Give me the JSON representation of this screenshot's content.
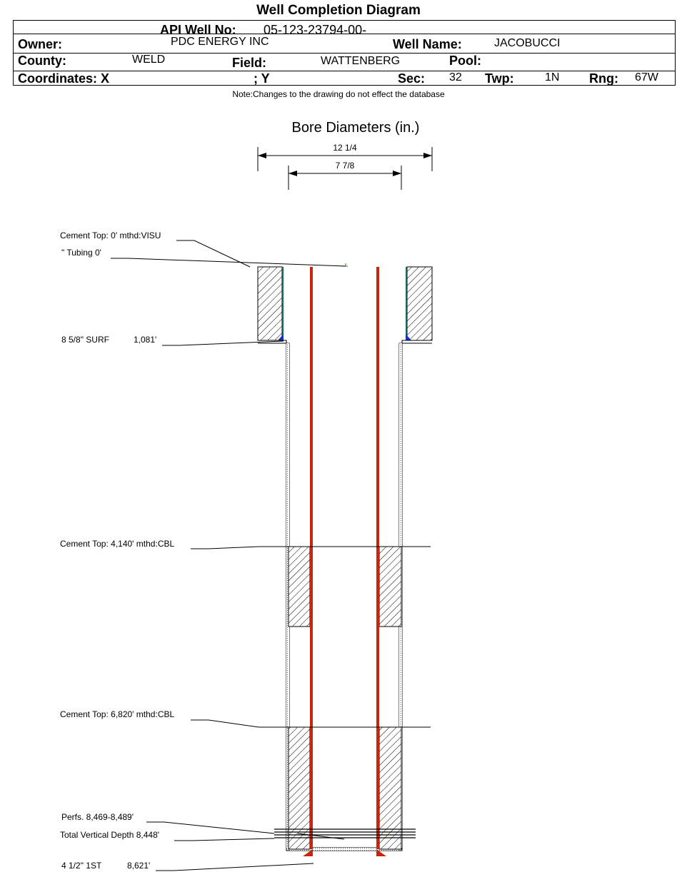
{
  "header": {
    "title": "Well Completion Diagram",
    "api_label": "API Well No:",
    "api_value": "05-123-23794-00-",
    "owner_label": "Owner:",
    "owner_value": "PDC ENERGY INC",
    "well_name_label": "Well Name:",
    "well_name_value": "JACOBUCCI",
    "county_label": "County:",
    "county_value": "WELD",
    "field_label": "Field:",
    "field_value": "WATTENBERG",
    "pool_label": "Pool:",
    "pool_value": "",
    "coord_x_label": "Coordinates: X",
    "coord_y_label": "; Y",
    "sec_label": "Sec:",
    "sec_value": "32",
    "twp_label": "Twp:",
    "twp_value": "1N",
    "rng_label": "Rng:",
    "rng_value": "67W"
  },
  "note": "Note:Changes to the drawing do not effect the database",
  "bore": {
    "title": "Bore Diameters (in.)",
    "outer_label": "12 1/4",
    "inner_label": "7 7/8"
  },
  "annotations": {
    "cement_top_1": "Cement Top: 0' mthd:VISU",
    "tubing": "\" Tubing 0'",
    "surface_casing_name": "8 5/8\" SURF",
    "surface_casing_depth": "1,081'",
    "cement_top_2": "Cement Top: 4,140' mthd:CBL",
    "cement_top_3": "Cement Top: 6,820' mthd:CBL",
    "perfs": "Perfs. 8,469-8,489'",
    "tvd": "Total Vertical Depth 8,448'",
    "production_casing_name": "4 1/2\" 1ST",
    "production_casing_depth": "8,621'"
  },
  "colors": {
    "casing": "#c8260a",
    "surface_casing": "#0e6b6b",
    "shoe": "#1a2fc8",
    "tubing_marker": "#1f8f1f"
  }
}
